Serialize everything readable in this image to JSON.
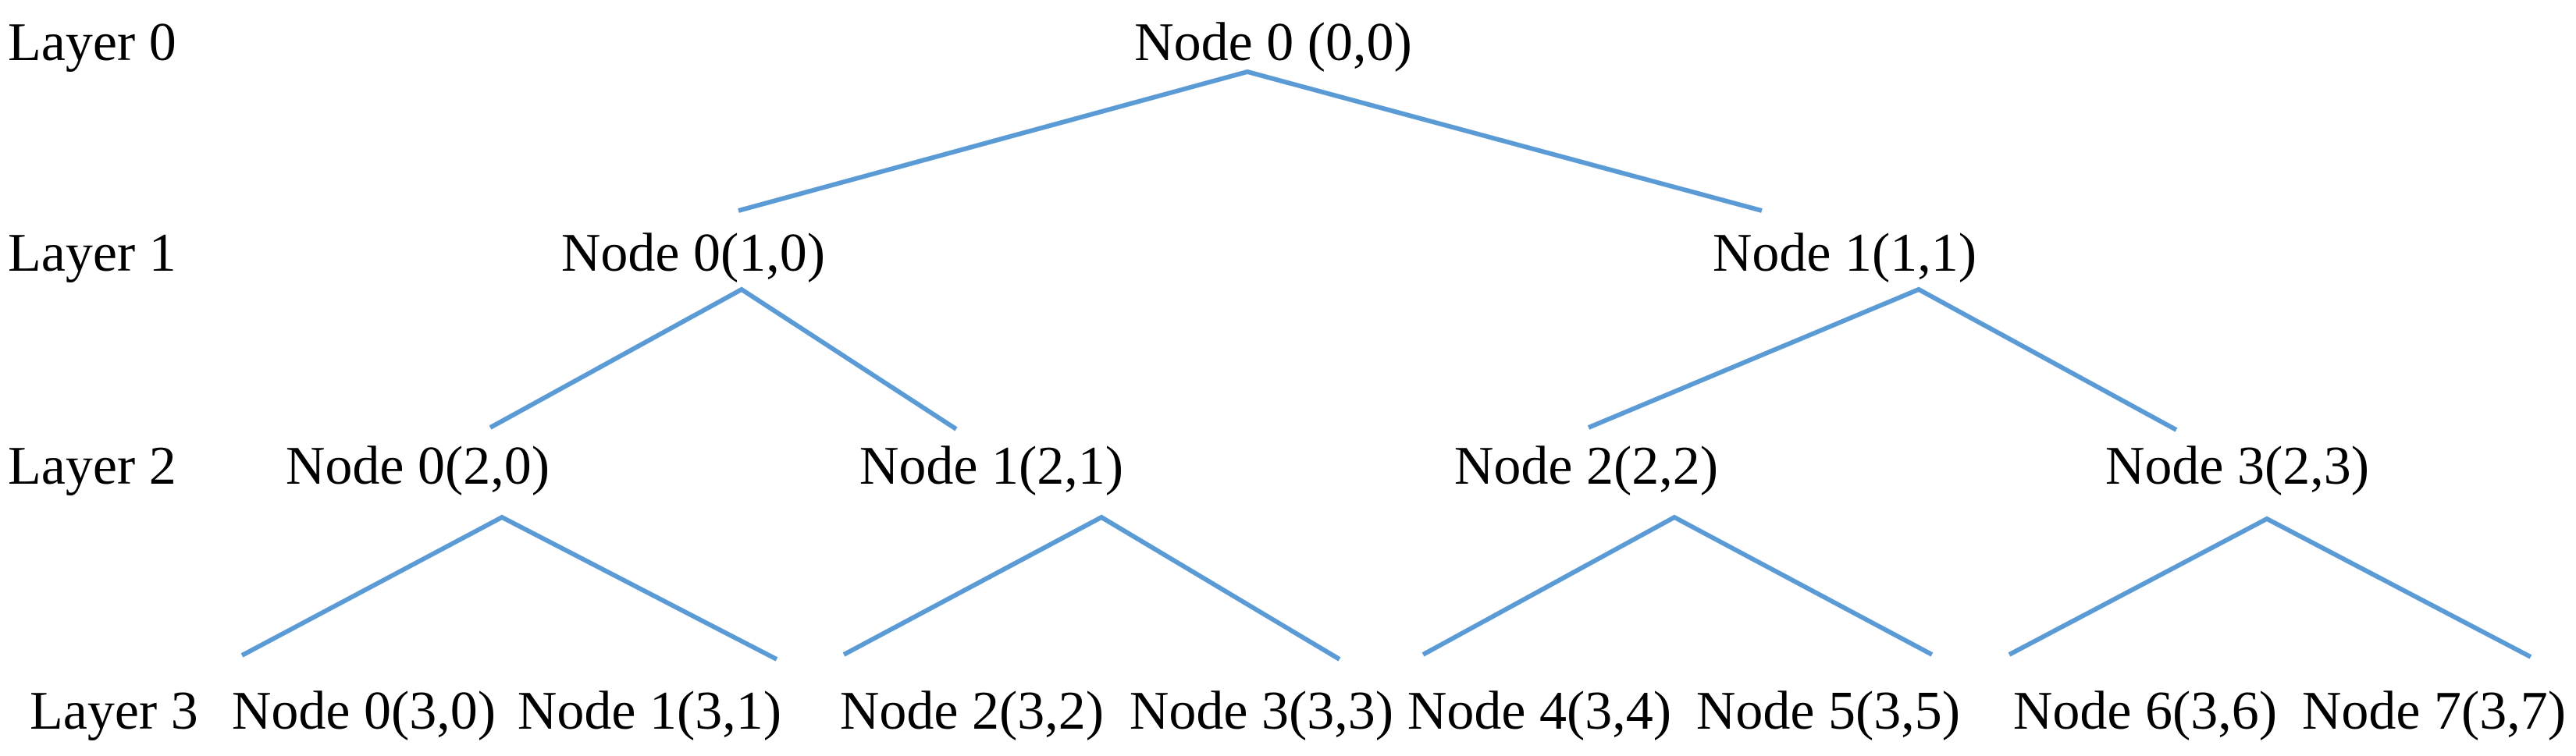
{
  "figure": {
    "type": "binary-tree-diagram",
    "background_color": "#ffffff",
    "text_color": "#000000",
    "edge_color": "#5B9BD5"
  },
  "tree": {
    "edge_color": "#5B9BD5",
    "layers": [
      {
        "label": "Layer 0"
      },
      {
        "label": "Layer 1"
      },
      {
        "label": "Layer 2"
      },
      {
        "label": "Layer 3"
      }
    ],
    "nodes": {
      "n0_0": {
        "label": "Node 0 (0,0)",
        "layer": 0,
        "index": 0
      },
      "n1_0": {
        "label": "Node 0(1,0)",
        "layer": 1,
        "index": 0
      },
      "n1_1": {
        "label": "Node 1(1,1)",
        "layer": 1,
        "index": 1
      },
      "n2_0": {
        "label": "Node 0(2,0)",
        "layer": 2,
        "index": 0
      },
      "n2_1": {
        "label": "Node 1(2,1)",
        "layer": 2,
        "index": 1
      },
      "n2_2": {
        "label": "Node 2(2,2)",
        "layer": 2,
        "index": 2
      },
      "n2_3": {
        "label": "Node 3(2,3)",
        "layer": 2,
        "index": 3
      },
      "n3_0": {
        "label": "Node 0(3,0)",
        "layer": 3,
        "index": 0
      },
      "n3_1": {
        "label": "Node 1(3,1)",
        "layer": 3,
        "index": 1
      },
      "n3_2": {
        "label": "Node 2(3,2)",
        "layer": 3,
        "index": 2
      },
      "n3_3": {
        "label": "Node 3(3,3)",
        "layer": 3,
        "index": 3
      },
      "n3_4": {
        "label": "Node 4(3,4)",
        "layer": 3,
        "index": 4
      },
      "n3_5": {
        "label": "Node 5(3,5)",
        "layer": 3,
        "index": 5
      },
      "n3_6": {
        "label": "Node 6(3,6)",
        "layer": 3,
        "index": 6
      },
      "n3_7": {
        "label": "Node 7(3,7)",
        "layer": 3,
        "index": 7
      }
    },
    "edges": [
      {
        "parent": "n0_0",
        "children": [
          "n1_0",
          "n1_1"
        ]
      },
      {
        "parent": "n1_0",
        "children": [
          "n2_0",
          "n2_1"
        ]
      },
      {
        "parent": "n1_1",
        "children": [
          "n2_2",
          "n2_3"
        ]
      },
      {
        "parent": "n2_0",
        "children": [
          "n3_0",
          "n3_1"
        ]
      },
      {
        "parent": "n2_1",
        "children": [
          "n3_2",
          "n3_3"
        ]
      },
      {
        "parent": "n2_2",
        "children": [
          "n3_4",
          "n3_5"
        ]
      },
      {
        "parent": "n2_3",
        "children": [
          "n3_6",
          "n3_7"
        ]
      }
    ],
    "edge_paths": [
      "946,270 1598,92 2257,270",
      "628,548 950,371 1225,550",
      "2035,548 2458,371 2788,551",
      "310,840 643,663 995,845",
      "1081,839 1411,663 1716,845",
      "1823,839 2145,663 2475,839",
      "2574,839 2904,665 3242,842"
    ]
  }
}
